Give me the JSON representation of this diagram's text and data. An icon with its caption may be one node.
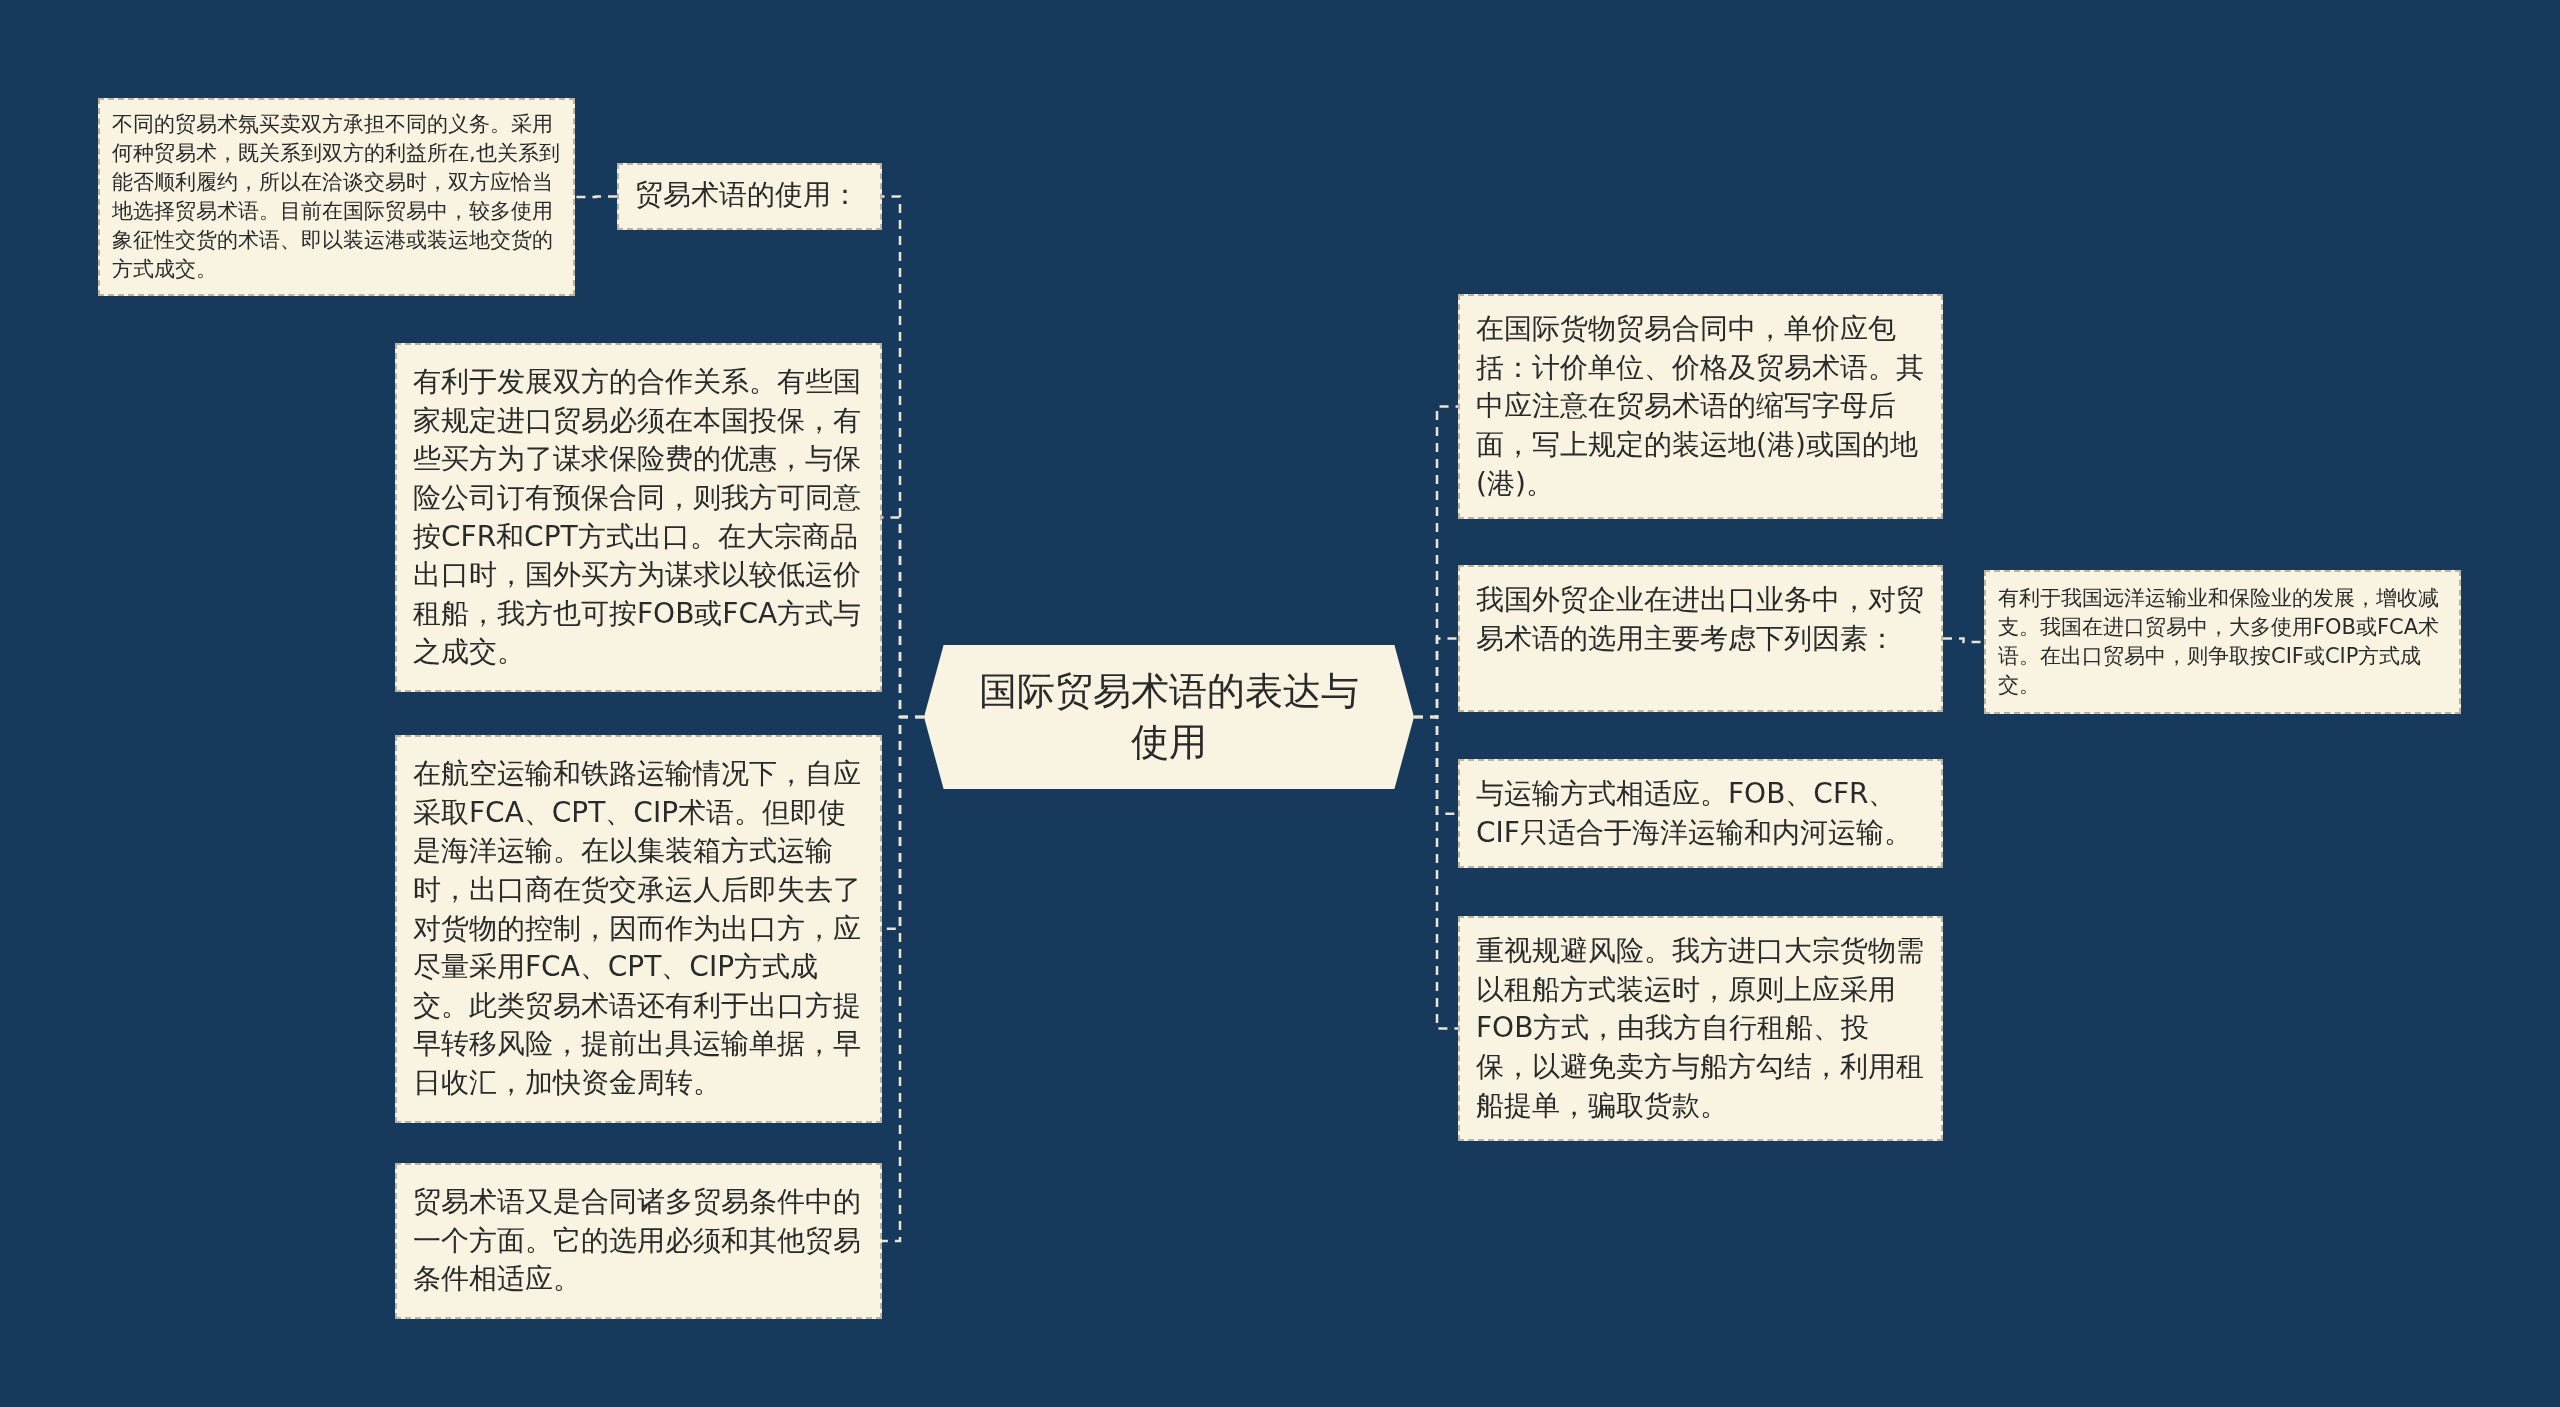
{
  "diagram": {
    "nodes": [
      {
        "text": [
          "国际贸易术语的表达与使用"
        ]
      },
      {
        "text": [
          "贸易术语的使用："
        ]
      },
      {
        "text": [
          "不同的贸易术氛买卖双方承担不同的义务。采用何种贸易术，既关系到双方的利益所在,也关系到能否顺利履约，所以在洽谈交易时，双方应恰当地选择贸易术语。目前在国际贸易中，较多使用象征性交货的术语、即以装运港或装运地交货的方式成交。"
        ]
      },
      {
        "text": [
          "有利于发展双方的合作关系。有些国家规定进口贸易必须在本国投保，有些买方为了谋求保险费的优惠，与保险公司订有预保合同，则我方可同意按CFR和CPT方式出口。在大宗商品出口时，国外买方为谋求以较低运价租船，我方也可按FOB或FCA方式与之成交。"
        ]
      },
      {
        "text": [
          "在航空运输和铁路运输情况下，自应采取FCA、CPT、CIP术语。但即使是海洋运输。在以集装箱方式运输时，出口商在货交承运人后即失去了对货物的控制，因而作为出口方，应尽量采用FCA、CPT、CIP方式成交。此类贸易术语还有利于出口方提早转移风险，提前出具运输单据，早日收汇，加快资金周转。"
        ]
      },
      {
        "text": [
          "贸易术语又是合同诸多贸易条件中的一个方面。它的选用必须和其他贸易条件相适应。"
        ]
      },
      {
        "text": [
          "在国际货物贸易合同中，单价应包括：计价单位、价格及贸易术语。其中应注意在贸易术语的缩写字母后面，写上规定的装运地(港)或国的地(港)。"
        ]
      },
      {
        "text": [
          "我国外贸企业在进出口业务中，对贸易术语的选用主要考虑下列因素："
        ]
      },
      {
        "text": [
          "有利于我国远洋运输业和保险业的发展，增收减支。我国在进口贸易中，大多使用FOB或FCA术语。在出口贸易中，则争取按CIF或CIP方式成交。"
        ]
      },
      {
        "text": [
          "与运输方式相适应。FOB、CFR、CIF只适合于海洋运输和内河运输。"
        ]
      },
      {
        "text": [
          "重视规避风险。我方进口大宗货物需以租船方式装运时，原则上应采用FOB方式，由我方自行租船、投保，以避免卖方与船方勾结，利用租船提单，骗取货款。"
        ]
      }
    ],
    "edges": [
      {
        "from": 0,
        "to": 1,
        "arrow": "none"
      },
      {
        "from": 1,
        "to": 2,
        "arrow": "none"
      },
      {
        "from": 0,
        "to": 3,
        "arrow": "none"
      },
      {
        "from": 0,
        "to": 4,
        "arrow": "none"
      },
      {
        "from": 0,
        "to": 5,
        "arrow": "none"
      },
      {
        "from": 0,
        "to": 6,
        "arrow": "none"
      },
      {
        "from": 0,
        "to": 7,
        "arrow": "none"
      },
      {
        "from": 7,
        "to": 8,
        "arrow": "none"
      },
      {
        "from": 0,
        "to": 9,
        "arrow": "none"
      },
      {
        "from": 0,
        "to": 10,
        "arrow": "none"
      }
    ]
  }
}
